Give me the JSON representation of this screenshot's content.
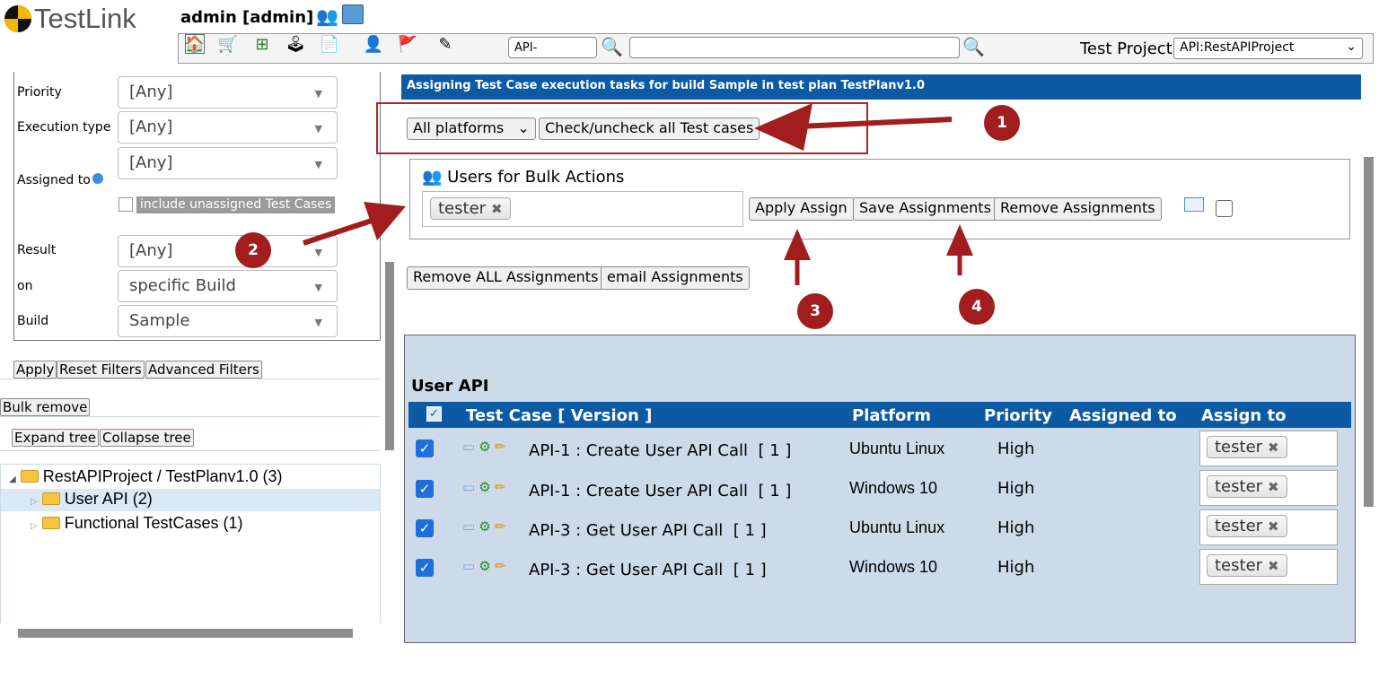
{
  "app": {
    "logo_text": "TestLink",
    "user": "admin [admin]"
  },
  "header": {
    "search_value": "API-",
    "search2_value": "",
    "project_label": "Test Project",
    "project_value": "API:RestAPIProject"
  },
  "toolbar_icons": [
    "home-icon",
    "cart-icon",
    "sitemap-icon",
    "joystick-icon",
    "document-icon",
    "user-icon",
    "flag-icon",
    "wand-icon"
  ],
  "filters": {
    "priority": {
      "label": "Priority",
      "value": "[Any]"
    },
    "exec_type": {
      "label": "Execution type",
      "value": "[Any]"
    },
    "assigned": {
      "label": "Assigned to",
      "value": "[Any]",
      "include_unassigned": "include unassigned Test Cases"
    },
    "result": {
      "label": "Result",
      "value": "[Any]"
    },
    "on": {
      "label": "on",
      "value": "specific Build"
    },
    "build": {
      "label": "Build",
      "value": "Sample"
    },
    "apply": "Apply",
    "reset": "Reset Filters",
    "advanced": "Advanced Filters"
  },
  "tree": {
    "bulk_remove": "Bulk remove",
    "expand": "Expand tree",
    "collapse": "Collapse tree",
    "root": "RestAPIProject / TestPlanv1.0 (3)",
    "nodes": [
      "User API (2)",
      "Functional TestCases (1)"
    ]
  },
  "main": {
    "title": "Assigning Test Case execution tasks for build Sample in test plan TestPlanv1.0",
    "platform_select": "All platforms",
    "check_all": "Check/uncheck all Test cases",
    "bulk_title": "Users for Bulk Actions",
    "bulk_user": "tester",
    "apply_assign": "Apply Assign",
    "save_assign": "Save Assignments",
    "remove_assign": "Remove Assignments",
    "remove_all": "Remove ALL Assignments",
    "email_assign": "email Assignments",
    "section": "User API"
  },
  "table": {
    "headers": {
      "test_case": "Test Case [ Version ]",
      "platform": "Platform",
      "priority": "Priority",
      "assigned": "Assigned to",
      "assign_to": "Assign to"
    },
    "rows": [
      {
        "tc": "API-1 : Create User API Call",
        "ver": "[ 1 ]",
        "platform": "Ubuntu Linux",
        "priority": "High",
        "assign_to": "tester"
      },
      {
        "tc": "API-1 : Create User API Call",
        "ver": "[ 1 ]",
        "platform": "Windows 10",
        "priority": "High",
        "assign_to": "tester"
      },
      {
        "tc": "API-3 : Get User API Call",
        "ver": "[ 1 ]",
        "platform": "Ubuntu Linux",
        "priority": "High",
        "assign_to": "tester"
      },
      {
        "tc": "API-3 : Get User API Call",
        "ver": "[ 1 ]",
        "platform": "Windows 10",
        "priority": "High",
        "assign_to": "tester"
      }
    ]
  },
  "annotations": [
    "1",
    "2",
    "3",
    "4"
  ],
  "colors": {
    "title_bar": "#0b5aa3",
    "table_header": "#0b5aa3",
    "panel_bg": "#ccdaea",
    "annotation": "#a21d1d"
  }
}
